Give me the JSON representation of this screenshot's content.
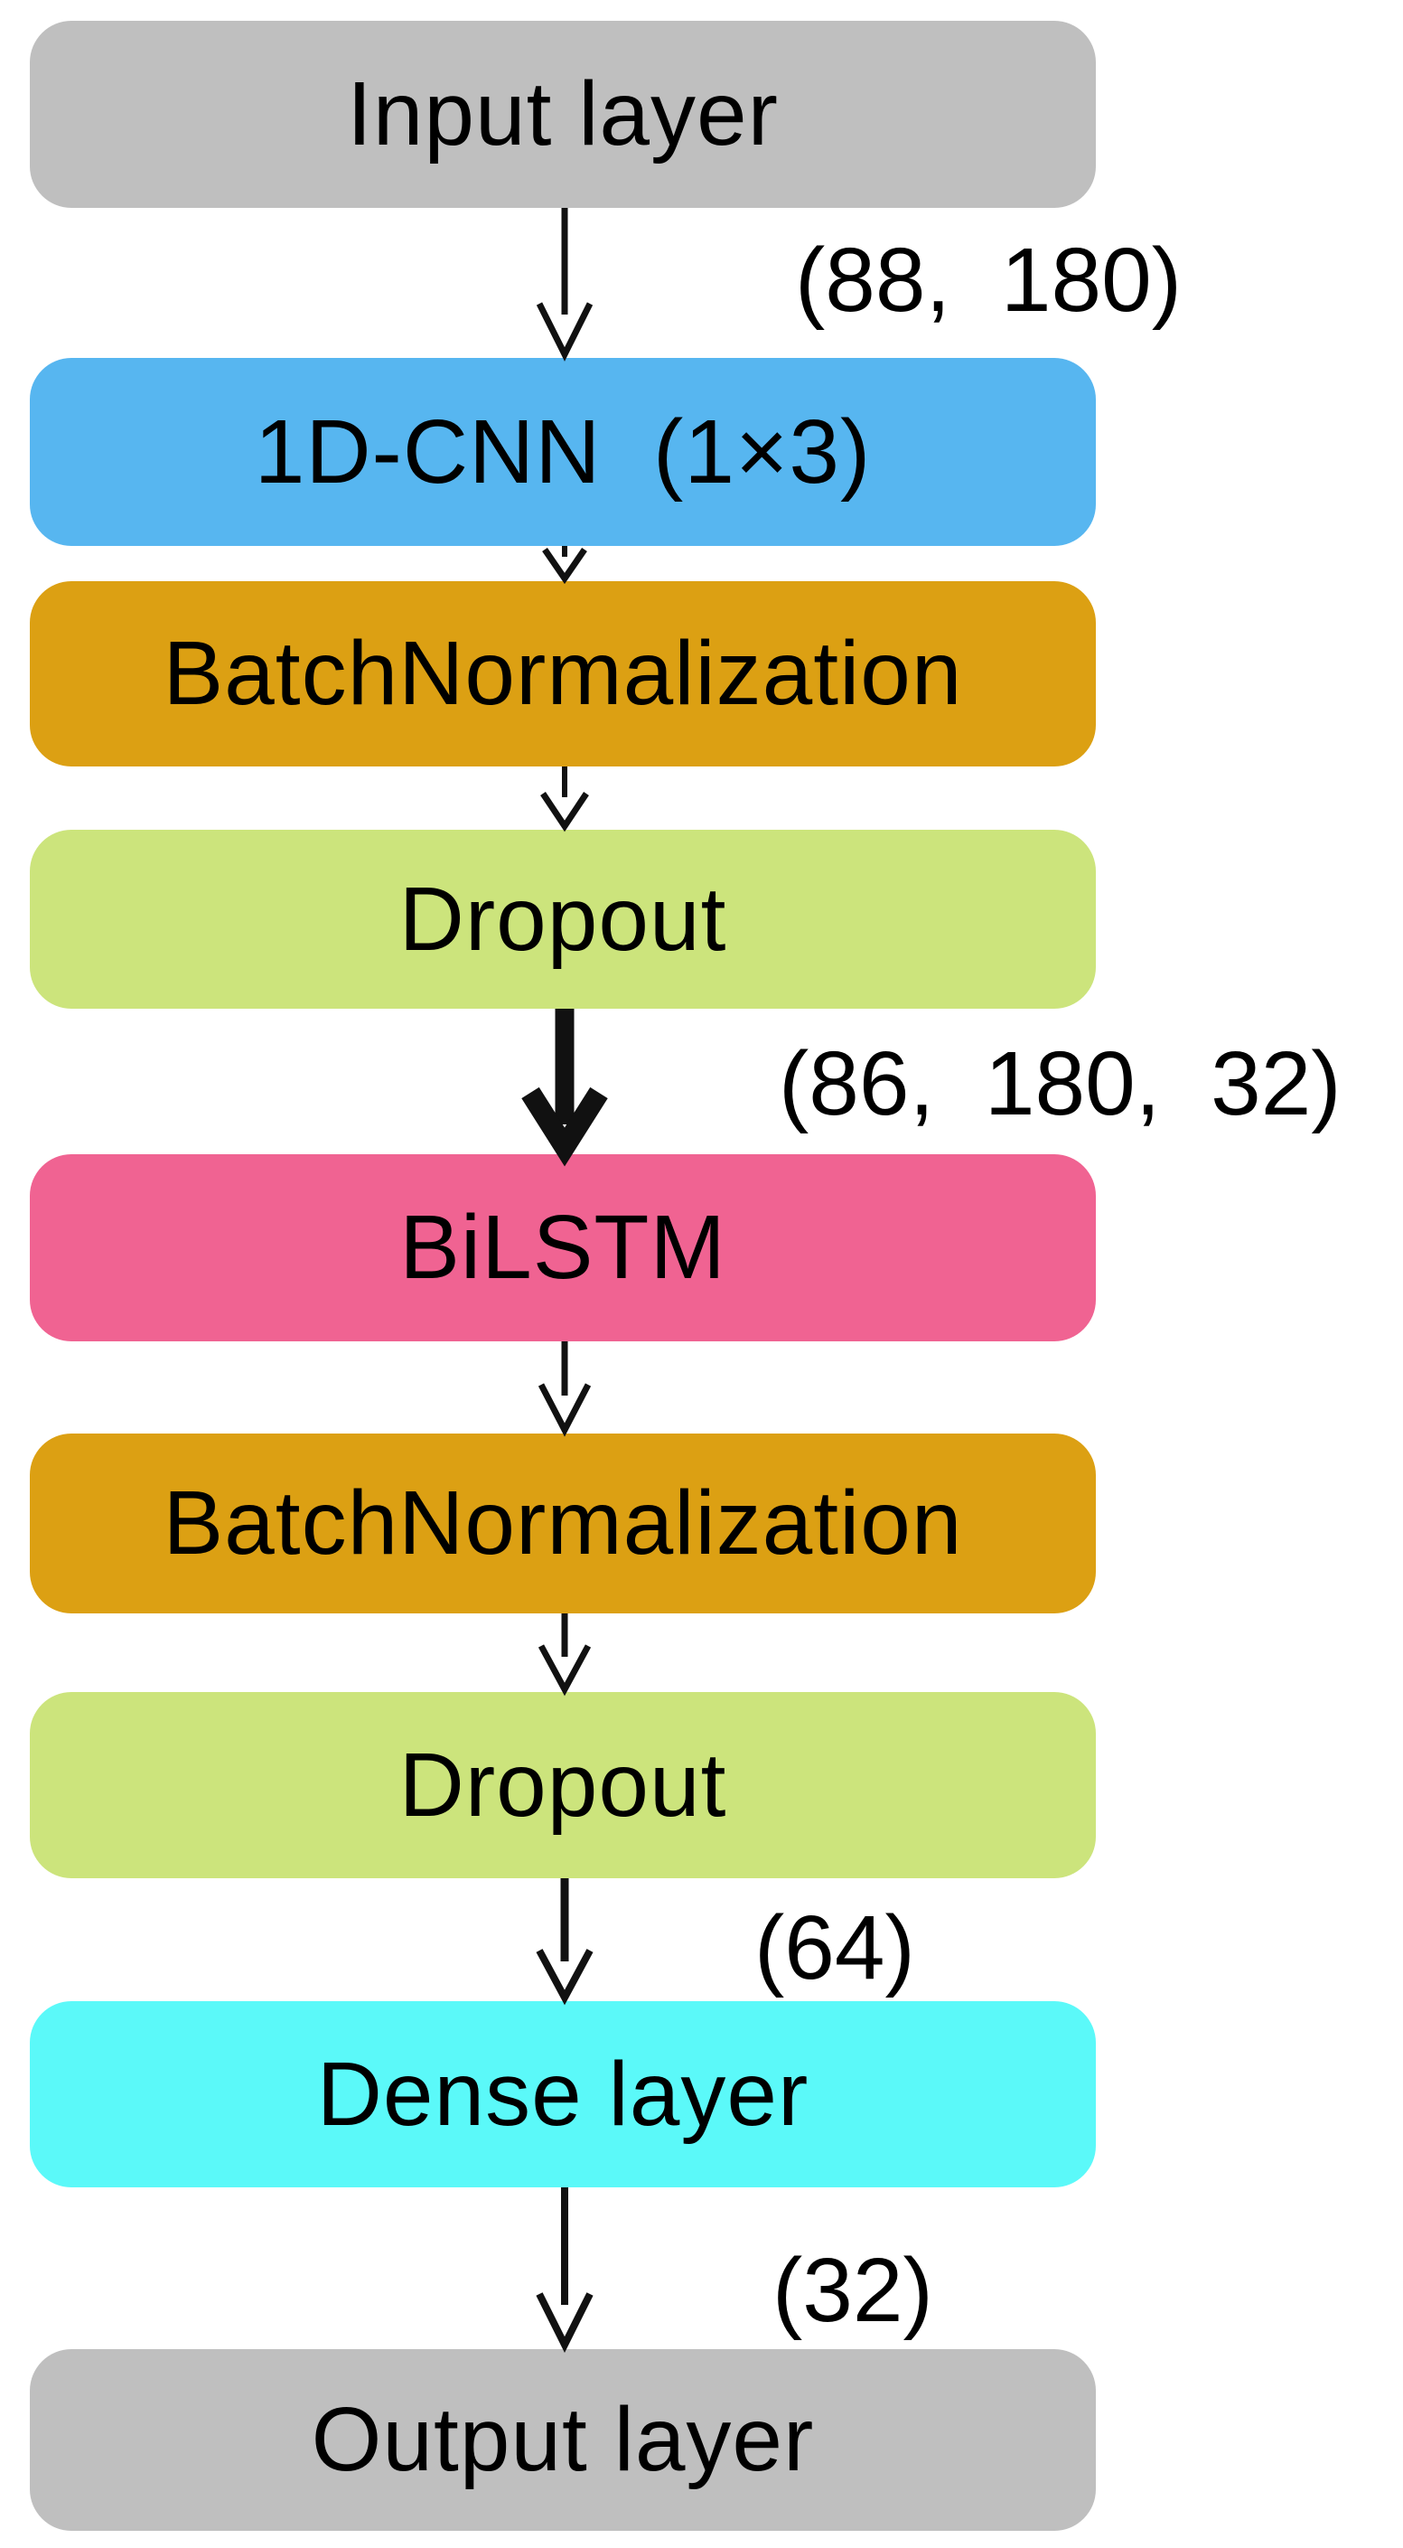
{
  "diagram": {
    "type": "flowchart",
    "direction": "top-down",
    "background": "#ffffff",
    "text_color": "#000000",
    "nodes": [
      {
        "id": "input-layer",
        "label": "Input layer",
        "color": "#bfbfbf"
      },
      {
        "id": "conv1d",
        "label": "1D-CNN  (1×3)",
        "color": "#57b6f0"
      },
      {
        "id": "batchnorm-1",
        "label": "BatchNormalization",
        "color": "#dca013"
      },
      {
        "id": "dropout-1",
        "label": "Dropout",
        "color": "#cce47c"
      },
      {
        "id": "bilstm",
        "label": "BiLSTM",
        "color": "#f06392"
      },
      {
        "id": "batchnorm-2",
        "label": "BatchNormalization",
        "color": "#dca013"
      },
      {
        "id": "dropout-2",
        "label": "Dropout",
        "color": "#cce47c"
      },
      {
        "id": "dense-layer",
        "label": "Dense layer",
        "color": "#5bf9f9"
      },
      {
        "id": "output-layer",
        "label": "Output layer",
        "color": "#bfbfbf"
      }
    ],
    "edges": [
      {
        "from": "input-layer",
        "to": "conv1d",
        "label": "(88,  180)",
        "style": "thin"
      },
      {
        "from": "conv1d",
        "to": "batchnorm-1",
        "label": "",
        "style": "short"
      },
      {
        "from": "batchnorm-1",
        "to": "dropout-1",
        "label": "",
        "style": "short"
      },
      {
        "from": "dropout-1",
        "to": "bilstm",
        "label": "(86,  180,  32)",
        "style": "thick"
      },
      {
        "from": "bilstm",
        "to": "batchnorm-2",
        "label": "",
        "style": "thin"
      },
      {
        "from": "batchnorm-2",
        "to": "dropout-2",
        "label": "",
        "style": "thin"
      },
      {
        "from": "dropout-2",
        "to": "dense-layer",
        "label": "(64)",
        "style": "thin"
      },
      {
        "from": "dense-layer",
        "to": "output-layer",
        "label": "(32)",
        "style": "thin"
      }
    ]
  }
}
